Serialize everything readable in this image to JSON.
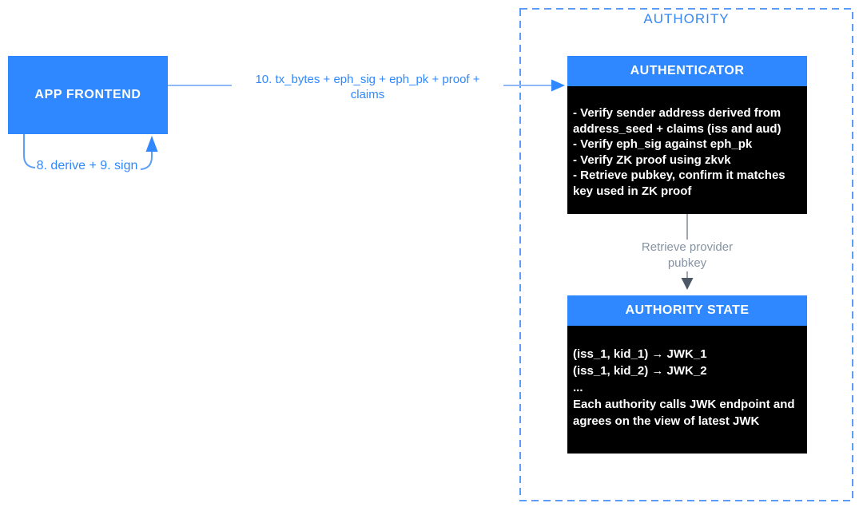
{
  "diagram_title": "AUTHORITY",
  "colors": {
    "primary_blue": "#2F88FF",
    "dash_blue": "#5A9CF8",
    "light_line_blue": "#8FB9F7",
    "curve_blue": "#5E9FF2",
    "authority_title_blue": "#3787F5",
    "gray_text": "#8593A3",
    "gray_line": "#9FA6AF",
    "gray_arrowhead": "#4D5866",
    "panel_black": "#000000",
    "white": "#ffffff"
  },
  "frontend": {
    "label": "APP FRONTEND"
  },
  "arrows": {
    "tx_label": "10. tx_bytes + eph_sig + eph_pk + proof +\nclaims",
    "derive_sign_label": "8. derive + 9. sign",
    "retrieve_label": "Retrieve provider\npubkey"
  },
  "authority": {
    "title": "AUTHORITY",
    "authenticator": {
      "header": "AUTHENTICATOR",
      "body": "- Verify sender address derived from\naddress_seed + claims (iss and aud)\n- Verify eph_sig against eph_pk\n- Verify ZK proof using zkvk\n- Retrieve pubkey, confirm it matches\nkey used in ZK proof"
    },
    "authority_state": {
      "header": "AUTHORITY STATE",
      "body": "(iss_1, kid_1) → JWK_1\n(iss_1, kid_2) → JWK_2\n...\nEach authority calls JWK endpoint and\nagrees on the view of latest JWK"
    }
  }
}
